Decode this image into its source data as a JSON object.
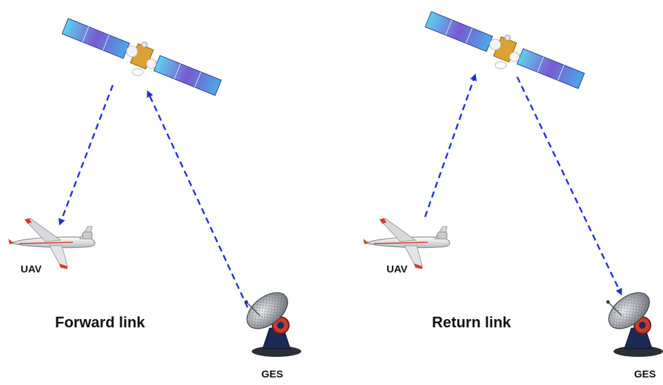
{
  "panels": [
    {
      "title": "Forward link",
      "uav_label": "UAV",
      "ges_label": "GES",
      "direction": "GES to satellite to UAV"
    },
    {
      "title": "Return link",
      "uav_label": "UAV",
      "ges_label": "GES",
      "direction": "UAV to satellite to GES"
    }
  ],
  "colors": {
    "link_arrow": "#1f2fd6",
    "panel_blue": "#4fb8e8",
    "panel_purple": "#6b3fb8",
    "uav_body": "#e8e8ea",
    "uav_accent": "#d63a2a",
    "ges_dish": "#8a8f96",
    "ges_mount": "#1c2a55"
  },
  "icons": [
    "satellite-icon",
    "uav-icon",
    "ground-station-dish-icon"
  ]
}
